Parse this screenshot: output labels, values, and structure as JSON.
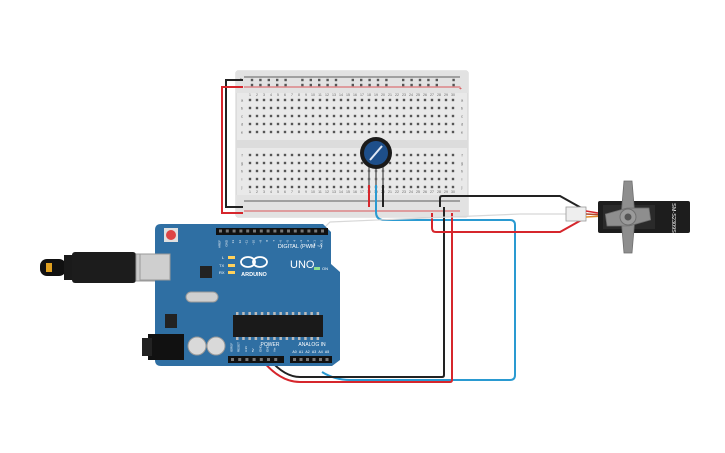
{
  "breadboard": {
    "columns": [
      "1",
      "2",
      "3",
      "4",
      "5",
      "6",
      "7",
      "8",
      "9",
      "10",
      "11",
      "12",
      "13",
      "14",
      "15",
      "16",
      "17",
      "18",
      "19",
      "20",
      "21",
      "22",
      "23",
      "24",
      "25",
      "26",
      "27",
      "28",
      "29",
      "30"
    ],
    "rows_top": [
      "a",
      "b",
      "c",
      "d",
      "e"
    ],
    "rows_bottom": [
      "f",
      "g",
      "h",
      "i",
      "j"
    ],
    "rail_plus": "+",
    "rail_minus": "-"
  },
  "arduino": {
    "logo_text": "ARDUINO",
    "model": "UNO",
    "digital_label": "DIGITAL (PWM ~)",
    "power_label": "POWER",
    "analog_label": "ANALOG IN",
    "on_label": "ON",
    "led_labels": [
      "L",
      "TX",
      "RX"
    ],
    "digital_pins": [
      "AREF",
      "GND",
      "13",
      "12",
      "~11",
      "~10",
      "~9",
      "8",
      "7",
      "~6",
      "~5",
      "4",
      "~3",
      "2",
      "TX 1",
      "RX 0"
    ],
    "power_pins": [
      "IOREF",
      "RESET",
      "3.3V",
      "5V",
      "GND",
      "GND",
      "Vin"
    ],
    "analog_pins": [
      "A0",
      "A1",
      "A2",
      "A3",
      "A4",
      "A5"
    ]
  },
  "servo": {
    "label": "SM-S2309S"
  },
  "colors": {
    "board_blue": "#2f6fa3",
    "wire_red": "#d6262c",
    "wire_black": "#222222",
    "wire_blue": "#2a9ad1",
    "breadboard": "#e8e8e8",
    "knob": "#1e4f8a"
  }
}
